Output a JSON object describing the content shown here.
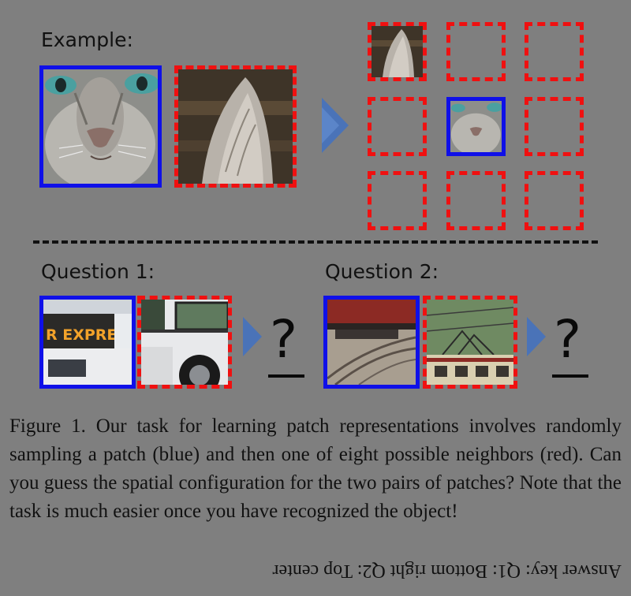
{
  "labels": {
    "example": "Example:",
    "question1": "Question 1:",
    "question2": "Question 2:"
  },
  "question_mark": "?",
  "bus_sign": "R EXPRESS",
  "caption": "Figure 1. Our task for learning patch representations involves randomly sampling a patch (blue) and then one of eight possible neighbors (red). Can you guess the spatial configuration for the two pairs of patches? Note that the task is much easier once you have recognized the object!",
  "answer_key": "Answer key: Q1: Bottom right Q2: Top center",
  "colors": {
    "background": "#7f7f7f",
    "center_patch_border": "#0f10e8",
    "neighbor_patch_border": "#f01010",
    "arrow": "#4a73b8"
  },
  "icons": [
    "arrow-right-icon"
  ]
}
